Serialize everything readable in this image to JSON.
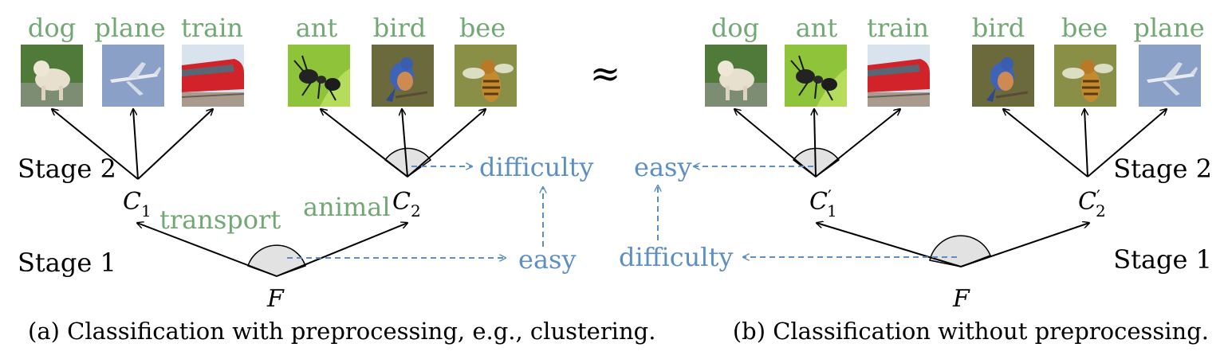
{
  "colors": {
    "green": "#72a873",
    "blue": "#5d8fc4",
    "black": "#000000",
    "wedge_fill": "#e2e2e2"
  },
  "left": {
    "class_labels": [
      "dog",
      "plane",
      "train",
      "ant",
      "bird",
      "bee"
    ],
    "images": [
      {
        "name": "dog-image",
        "depicts": "dog"
      },
      {
        "name": "plane-image",
        "depicts": "plane"
      },
      {
        "name": "train-image",
        "depicts": "train"
      },
      {
        "name": "ant-image",
        "depicts": "ant"
      },
      {
        "name": "bird-image",
        "depicts": "bird"
      },
      {
        "name": "bee-image",
        "depicts": "bee"
      }
    ],
    "stage2_label": "Stage 2",
    "stage1_label": "Stage 1",
    "cluster_labels": [
      "transport",
      "animal"
    ],
    "node_c1": {
      "base": "C",
      "sub": "1"
    },
    "node_c2": {
      "base": "C",
      "sub": "2"
    },
    "node_f": "F",
    "difficulty_label": "difficulty",
    "easy_label": "easy",
    "caption": "(a) Classification with preprocessing, e.g., clustering."
  },
  "approx_symbol": "≈",
  "right": {
    "class_labels": [
      "dog",
      "ant",
      "train",
      "bird",
      "bee",
      "plane"
    ],
    "images": [
      {
        "name": "dog-image",
        "depicts": "dog"
      },
      {
        "name": "ant-image",
        "depicts": "ant"
      },
      {
        "name": "train-image",
        "depicts": "train"
      },
      {
        "name": "bird-image",
        "depicts": "bird"
      },
      {
        "name": "bee-image",
        "depicts": "bee"
      },
      {
        "name": "plane-image",
        "depicts": "plane"
      }
    ],
    "stage2_label": "Stage 2",
    "stage1_label": "Stage 1",
    "node_c1": {
      "base": "C",
      "prime": "′",
      "sub": "1"
    },
    "node_c2": {
      "base": "C",
      "prime": "′",
      "sub": "2"
    },
    "node_f": "F",
    "easy_label": "easy",
    "difficulty_label": "difficulty",
    "caption": "(b) Classification without preprocessing."
  }
}
